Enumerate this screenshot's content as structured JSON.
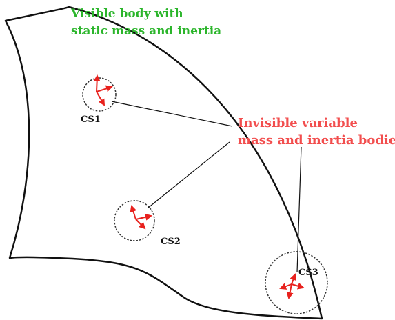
{
  "labels": {
    "visible_body_line1": "Visible body with",
    "visible_body_line2": "static mass and inertia",
    "invisible_line1": "Invisible variable",
    "invisible_line2": "mass and inertia bodies"
  },
  "coordinate_systems": [
    {
      "label": "CS1"
    },
    {
      "label": "CS2"
    },
    {
      "label": "CS3"
    }
  ],
  "colors": {
    "visible_label": "#2bb52b",
    "invisible_label": "#f24e4e",
    "axis_arrows": "#e8211d",
    "outline": "#111111"
  }
}
